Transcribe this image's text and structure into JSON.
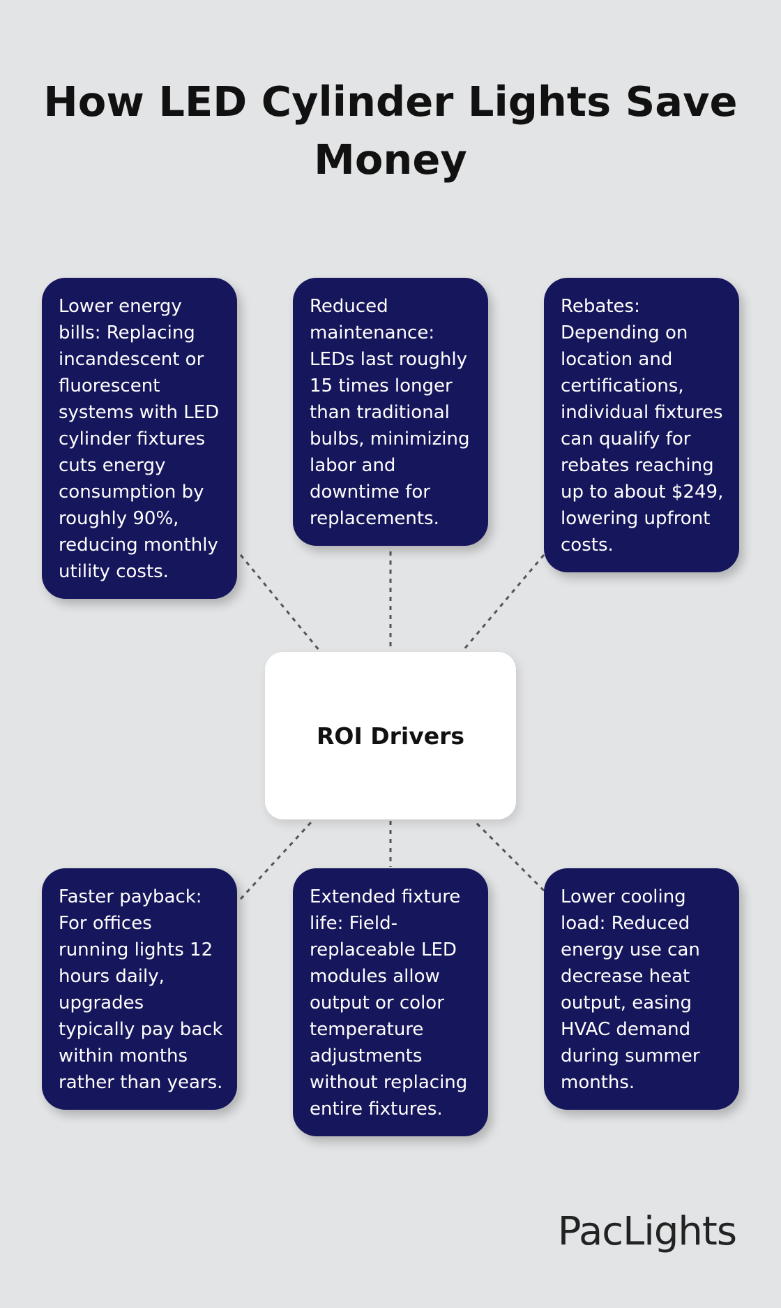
{
  "title": "How LED Cylinder Lights Save Money",
  "center": {
    "label": "ROI Drivers"
  },
  "cards": [
    {
      "text": "Lower energy bills: Replacing incandescent or fluorescent systems with LED cylinder fixtures cuts energy consumption by roughly 90%, reducing monthly utility costs."
    },
    {
      "text": "Reduced maintenance: LEDs last roughly 15 times longer than traditional bulbs, minimizing labor and downtime for replacements."
    },
    {
      "text": "Rebates: Depending on location and certifications, individual fixtures can qualify for rebates reaching up to about $249, lowering upfront costs."
    },
    {
      "text": "Faster payback: For offices running lights 12 hours daily, upgrades typically pay back within months rather than years."
    },
    {
      "text": "Extended fixture life: Field-replaceable LED modules allow output or color temperature adjustments without replacing entire fixtures."
    },
    {
      "text": "Lower cooling load: Reduced energy use can decrease heat output, easing HVAC demand during summer months."
    }
  ],
  "logo": {
    "text": "PacLights"
  },
  "colors": {
    "background": "#e3e4e5",
    "card": "#16165c",
    "center": "#ffffff",
    "connector": "#555555"
  }
}
